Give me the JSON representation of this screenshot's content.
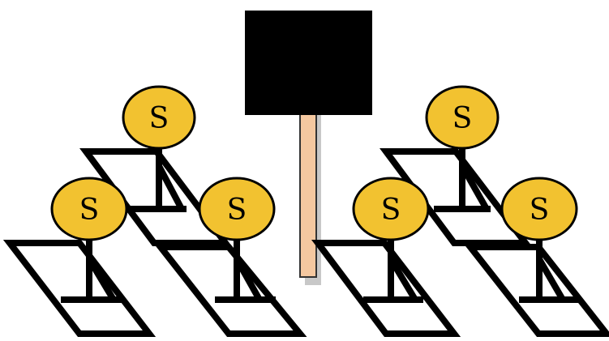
{
  "colors": {
    "node_fill": "#F2C230",
    "node_stroke": "#000000",
    "sign_board": "#000000",
    "sign_post": "#F5C8A0",
    "line": "#000000",
    "background": "#FFFFFF"
  },
  "nodes": [
    {
      "label": "S"
    },
    {
      "label": "S"
    },
    {
      "label": "S"
    },
    {
      "label": "S"
    },
    {
      "label": "S"
    },
    {
      "label": "S"
    }
  ]
}
